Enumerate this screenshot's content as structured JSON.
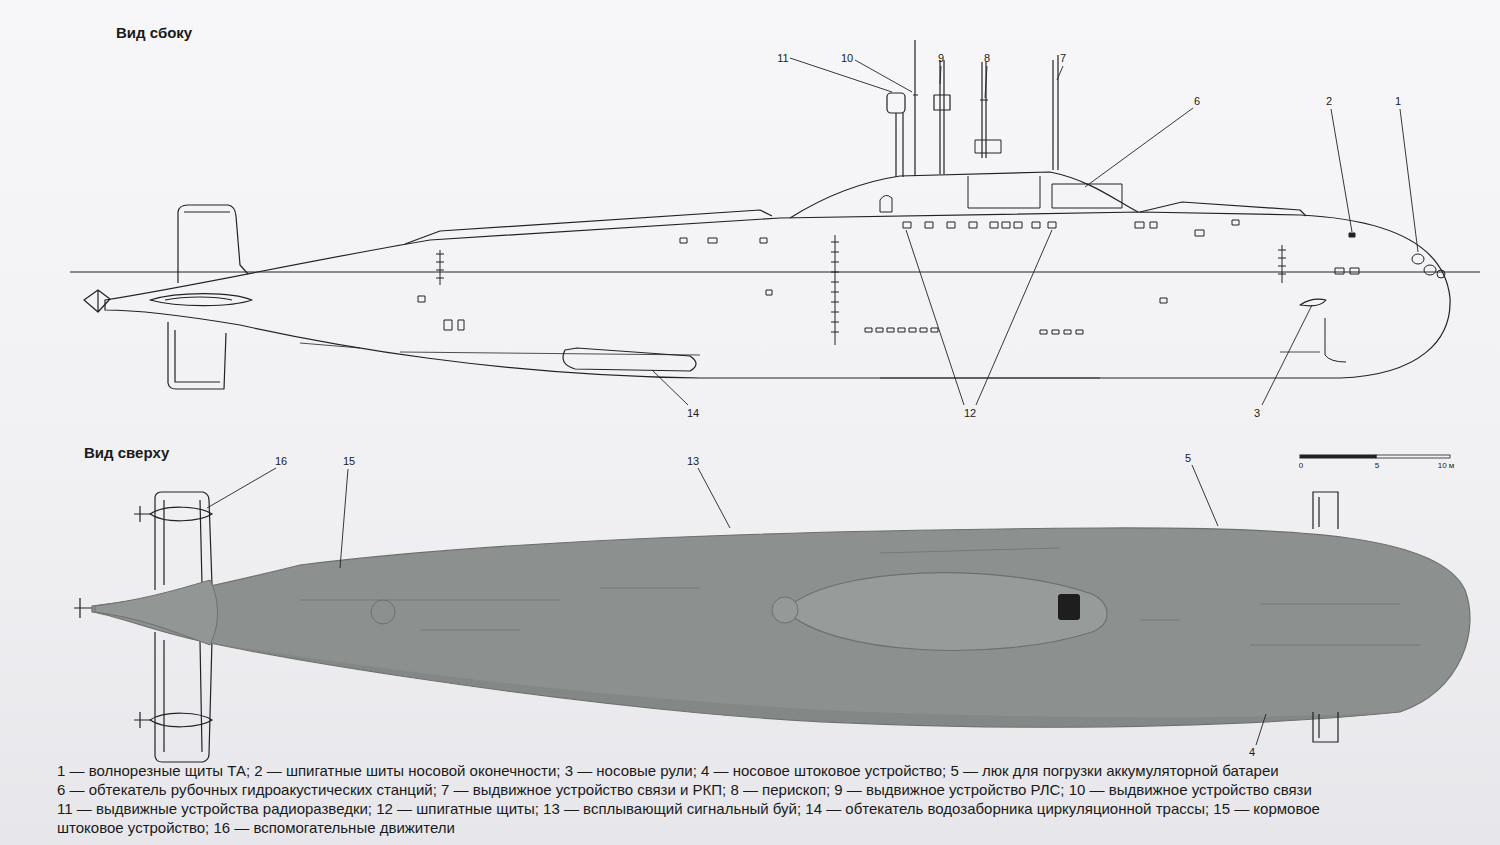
{
  "diagram": {
    "labels": [
      "Вид сбоку",
      "11",
      "10",
      "9",
      "8",
      "7",
      "6",
      "2",
      "1",
      "14",
      "12",
      "3",
      "Вид сверху",
      "16",
      "15",
      "13",
      "5",
      "0",
      "5",
      "10 м",
      "4",
      "1 — волнорезные щиты ТА; 2 — шпигатные шиты носовой оконечности; 3 — носовые рули; 4 — носовое штоковое устройство; 5 — люк для погрузки аккумуляторной батареи",
      "6 — обтекатель рубочных гидроакустических станций; 7 — выдвижное устройство связи и РКП; 8 — перископ; 9 — выдвижное устройство РЛС; 10 — выдвижное устройство связи",
      "11 — выдвижные устройства радиоразведки; 12 — шпигатные щиты; 13 — всплывающий сигнальный буй; 14 — обтекатель водозаборника циркуляционной трассы; 15 — кормовое",
      "штоковое устройство; 16 — вспомогательные движители"
    ]
  }
}
